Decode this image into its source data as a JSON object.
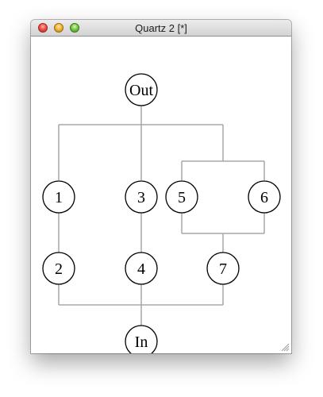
{
  "window": {
    "title": "Quartz 2 [*]"
  },
  "graph": {
    "nodes": {
      "out": "Out",
      "in": "In",
      "n1": "1",
      "n2": "2",
      "n3": "3",
      "n4": "4",
      "n5": "5",
      "n6": "6",
      "n7": "7"
    }
  },
  "colors": {
    "edge": "#a7a7a7",
    "node_stroke": "#000000"
  }
}
